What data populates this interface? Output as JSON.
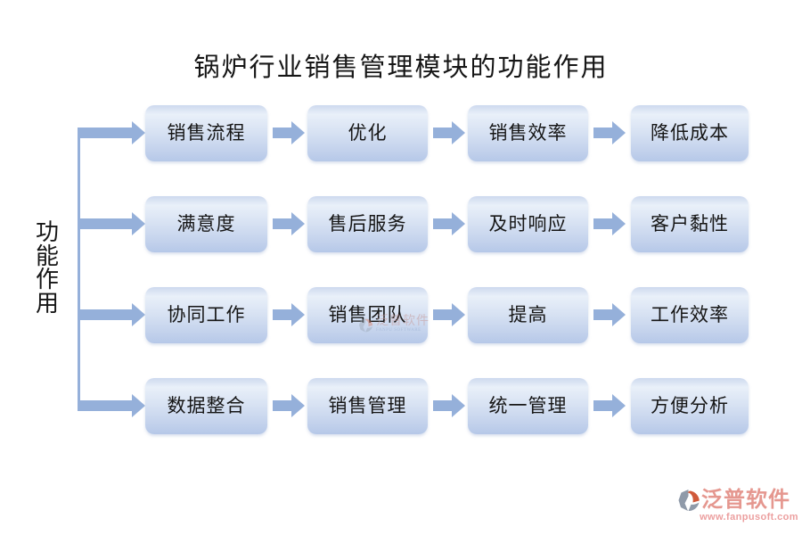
{
  "title": "锅炉行业销售管理模块的功能作用",
  "side_label": {
    "text": "功能作用",
    "chars": [
      "功",
      "能",
      "作",
      "用"
    ]
  },
  "diagram": {
    "rows": [
      {
        "cells": [
          "销售流程",
          "优化",
          "销售效率",
          "降低成本"
        ]
      },
      {
        "cells": [
          "满意度",
          "售后服务",
          "及时响应",
          "客户黏性"
        ]
      },
      {
        "cells": [
          "协同工作",
          "销售团队",
          "提高",
          "工作效率"
        ]
      },
      {
        "cells": [
          "数据整合",
          "销售管理",
          "统一管理",
          "方便分析"
        ]
      }
    ]
  },
  "watermark": {
    "brand": "泛普软件",
    "subtext": "FANPU SOFTWARE"
  },
  "footer": {
    "brand": "泛普软件",
    "url": "www.fanpusoft.com"
  },
  "icons": {
    "logo": "fanpu-logo-icon"
  },
  "colors": {
    "arrow": "#95b0da",
    "box-top": "#cdd9ee",
    "box-light": "#e9f0f9",
    "box-mid": "#d5e0f2",
    "box-bottom": "#b6c8e8",
    "text": "#161616",
    "brand-red": "#e5978f",
    "brand-url": "#ec9f9f",
    "logo-orange": "#d0593a",
    "logo-gray": "#8f9aa9"
  }
}
